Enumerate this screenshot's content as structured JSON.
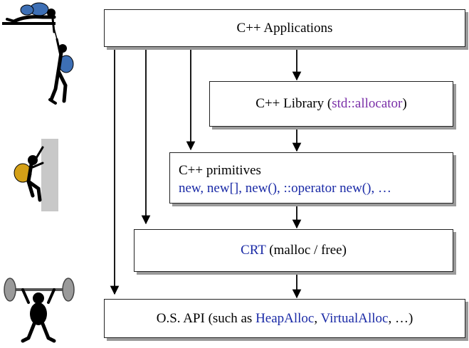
{
  "boxes": {
    "apps": {
      "label": "C++ Applications"
    },
    "library": {
      "prefix": "C++ Library (",
      "highlight": "std::allocator",
      "suffix": ")"
    },
    "primitives": {
      "title": "C++ primitives",
      "items": "new, new[], new(), ::operator new(), …"
    },
    "crt": {
      "highlight": "CRT",
      "rest": " (malloc / free)"
    },
    "os": {
      "prefix": "O.S. API (such as ",
      "api1": "HeapAlloc",
      "sep": ", ",
      "api2": "VirtualAlloc",
      "suffix": ", …)"
    }
  },
  "colors": {
    "keyword": "#1a2aa6",
    "library_highlight": "#7a2fa8",
    "box_shadow": "#9a9a9a"
  },
  "icons": [
    "climbers-rope-icon",
    "rock-climber-icon",
    "weightlifter-icon"
  ]
}
